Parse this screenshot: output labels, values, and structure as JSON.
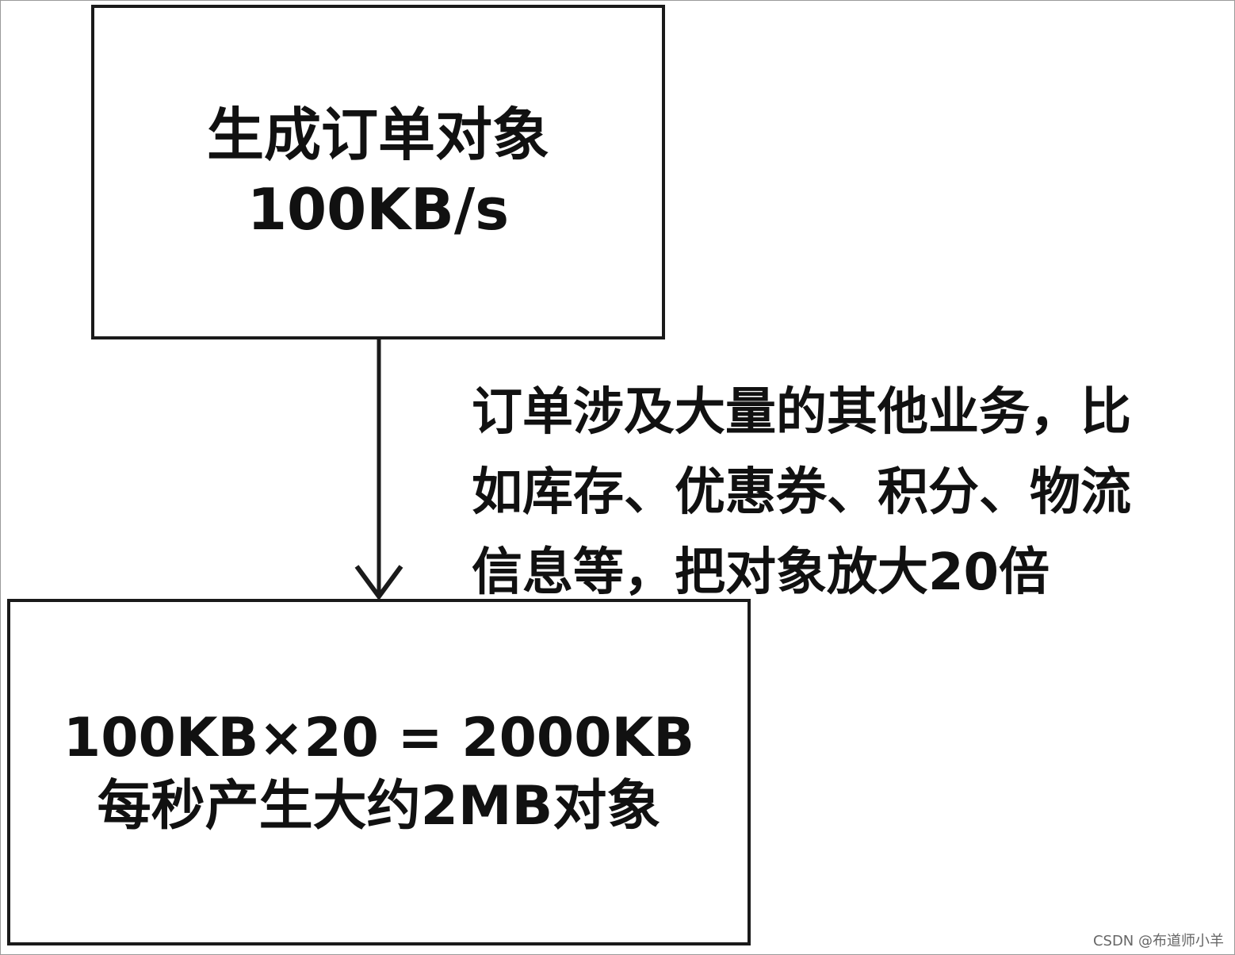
{
  "diagram": {
    "top_box": {
      "line1": "生成订单对象",
      "line2": "100KB/s"
    },
    "arrow_note": {
      "lines": [
        "订单涉及大量的其他业务，比",
        "如库存、优惠券、积分、物流",
        "信息等，把对象放大20倍"
      ]
    },
    "bottom_box": {
      "line1": "100KB×20 = 2000KB",
      "line2": "每秒产生大约2MB对象"
    }
  },
  "watermark": "CSDN @布道师小羊",
  "colors": {
    "stroke": "#1a1a1a",
    "background": "#ffffff",
    "watermark": "#666666"
  }
}
